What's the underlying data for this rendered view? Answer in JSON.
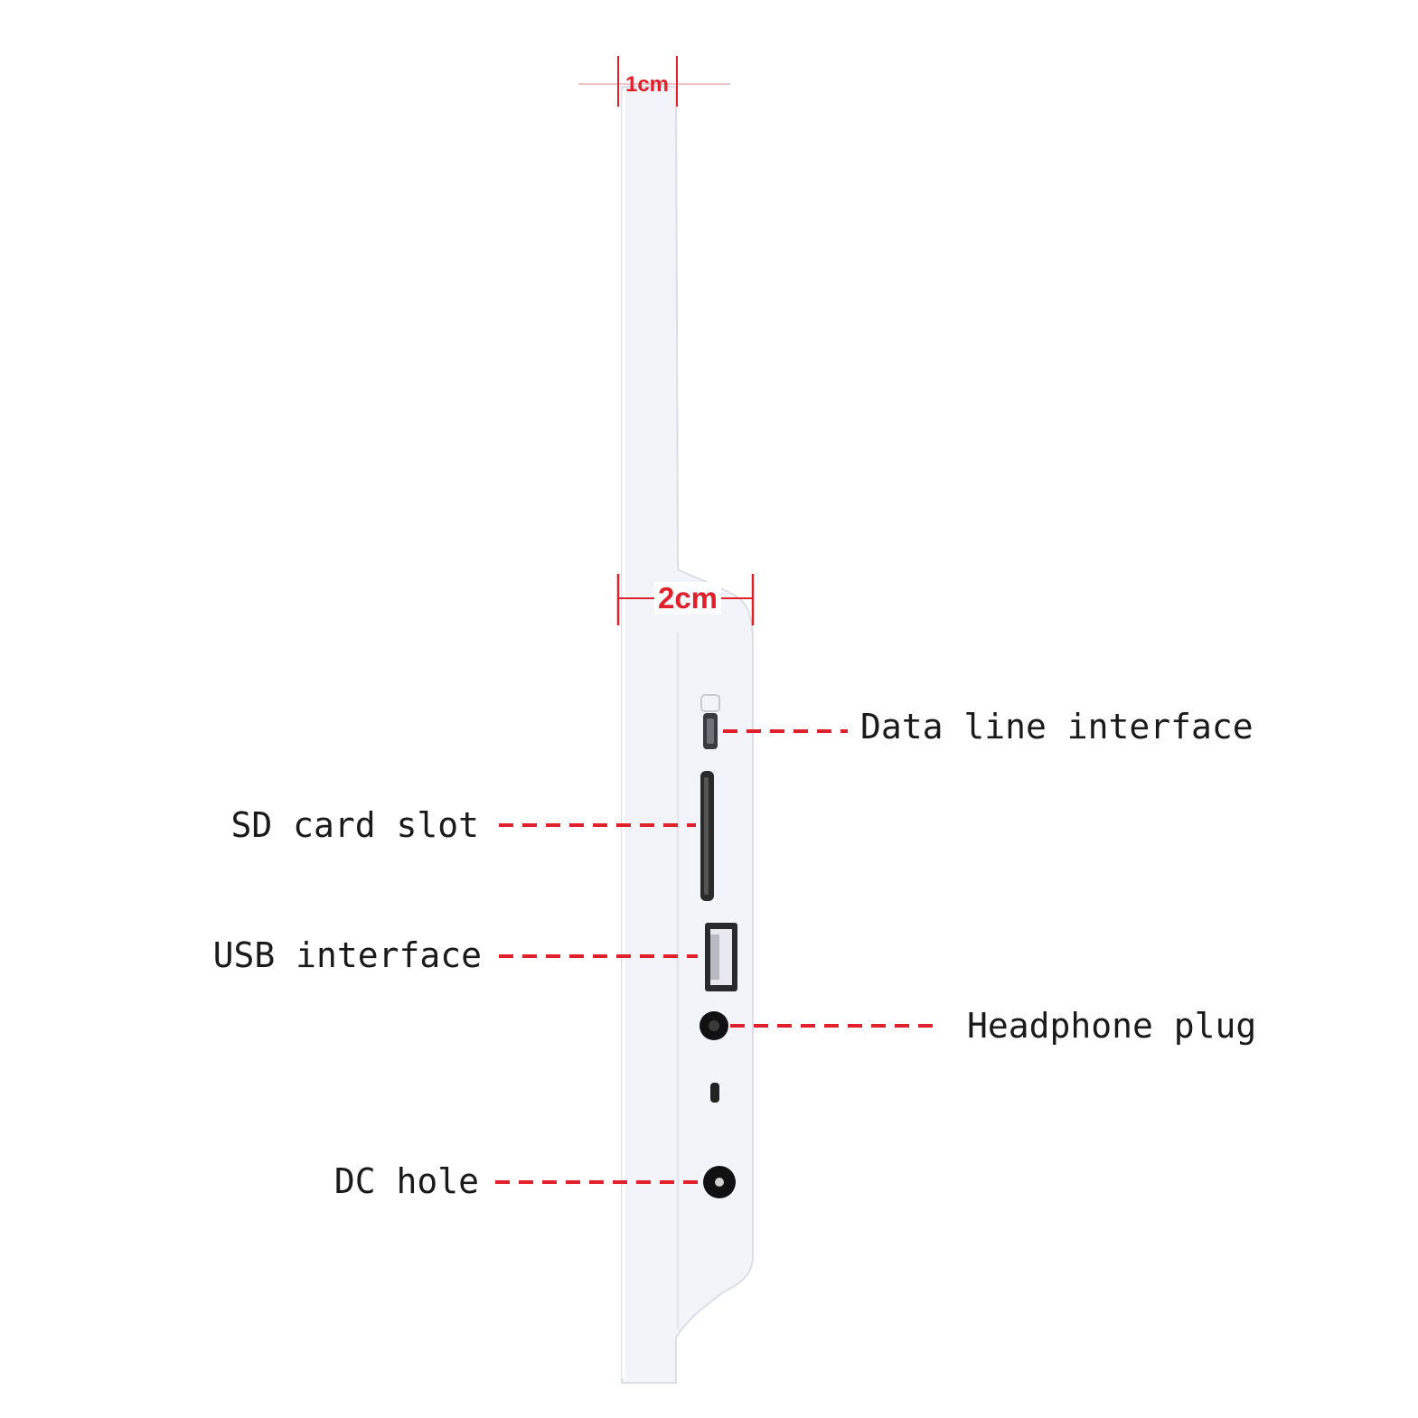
{
  "dimensions": {
    "top_thickness": "1cm",
    "bottom_thickness": "2cm"
  },
  "callouts": {
    "data_line": "Data line interface",
    "sd_card": "SD card slot",
    "usb": "USB interface",
    "headphone": "Headphone plug",
    "dc_hole": "DC hole"
  },
  "colors": {
    "accent_red": "#e0202a",
    "device_body": "#f3f4f9",
    "device_edge": "#dcdde6",
    "port_dark": "#1e1e1e",
    "label_text": "#1a1a1a"
  }
}
